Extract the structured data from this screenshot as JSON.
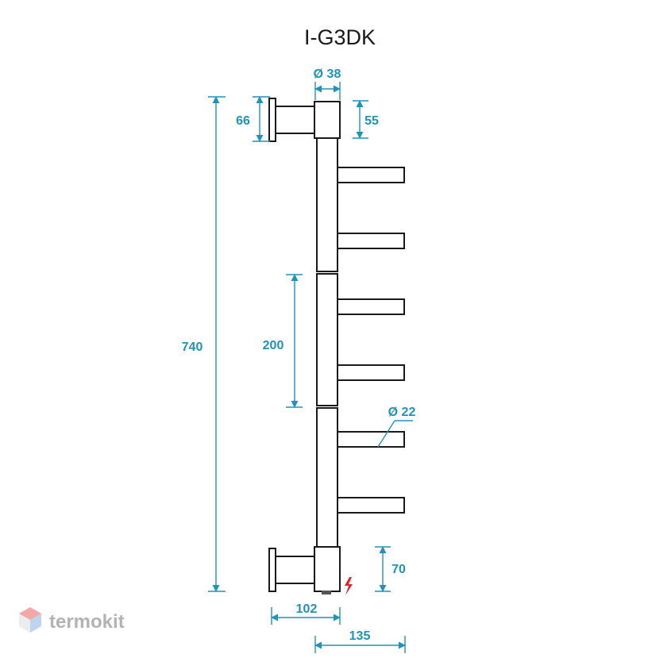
{
  "title": "I-G3DK",
  "brand": {
    "name": "termokit",
    "logo_icon": "cube-logo-icon"
  },
  "labels": {
    "height_total": "740",
    "top_mount_height": "66",
    "top_cap_height": "55",
    "section_spacing": "200",
    "bottom_cap_height": "70",
    "wall_depth": "102",
    "total_depth": "135",
    "pipe_diameter": "Ø 38",
    "bar_diameter": "Ø 22"
  },
  "icons": {
    "electric": "lightning-icon"
  },
  "colors": {
    "dimension": "#1f93b8",
    "outline": "#1a1a1a",
    "brand": "#9a9a9a",
    "electric": "#e0262b"
  }
}
